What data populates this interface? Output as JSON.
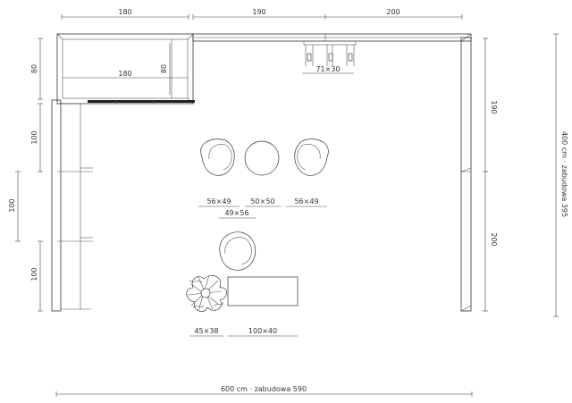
{
  "dimensions": {
    "top_left": "180",
    "top_middle": "190",
    "top_right": "200",
    "upper_cabinet_height": "80",
    "upper_cabinet_inner_width": "180",
    "upper_cabinet_inner_height": "80",
    "desk_lamp": "71×30",
    "left_segment_top": "100",
    "left_outer": "100",
    "left_segment_bottom": "100",
    "right_upper": "190",
    "right_lower": "200",
    "right_total": "400 cm · zabudowa 395",
    "chair_left": "56×49",
    "chair_middle": "50×50",
    "chair_right": "56×49",
    "chair_center_row": "49×56",
    "plant": "45×38",
    "bench": "100×40",
    "bottom_total": "600 cm · zabudowa 590"
  }
}
